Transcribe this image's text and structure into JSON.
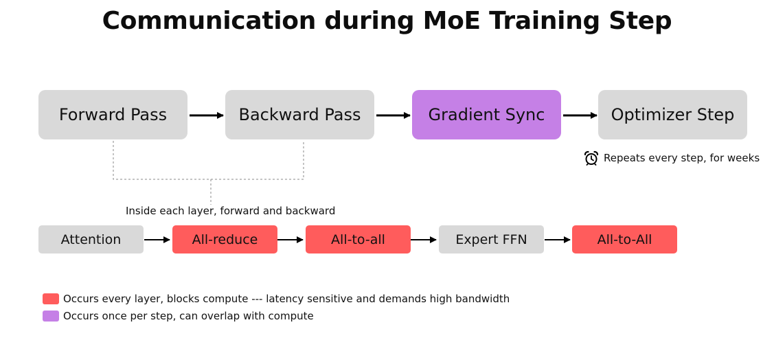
{
  "title": "Communication during MoE Training Step",
  "top_flow": {
    "steps": [
      {
        "label": "Forward Pass",
        "color": "#d9d9d9"
      },
      {
        "label": "Backward Pass",
        "color": "#d9d9d9"
      },
      {
        "label": "Gradient Sync",
        "color": "#c580e6"
      },
      {
        "label": "Optimizer Step",
        "color": "#d9d9d9"
      }
    ],
    "repeat_note": "Repeats every step, for weeks",
    "repeat_icon": "alarm-clock-icon"
  },
  "layer_note": "Inside each layer, forward and backward",
  "layer_flow": {
    "steps": [
      {
        "label": "Attention",
        "color": "#d9d9d9"
      },
      {
        "label": "All-reduce",
        "color": "#ff5c5c"
      },
      {
        "label": "All-to-all",
        "color": "#ff5c5c"
      },
      {
        "label": "Expert FFN",
        "color": "#d9d9d9"
      },
      {
        "label": "All-to-All",
        "color": "#ff5c5c"
      }
    ]
  },
  "legend": [
    {
      "color": "#ff5c5c",
      "label": "Occurs every layer, blocks compute --- latency sensitive and demands high bandwidth"
    },
    {
      "color": "#c580e6",
      "label": "Occurs once per step, can overlap with compute"
    }
  ]
}
